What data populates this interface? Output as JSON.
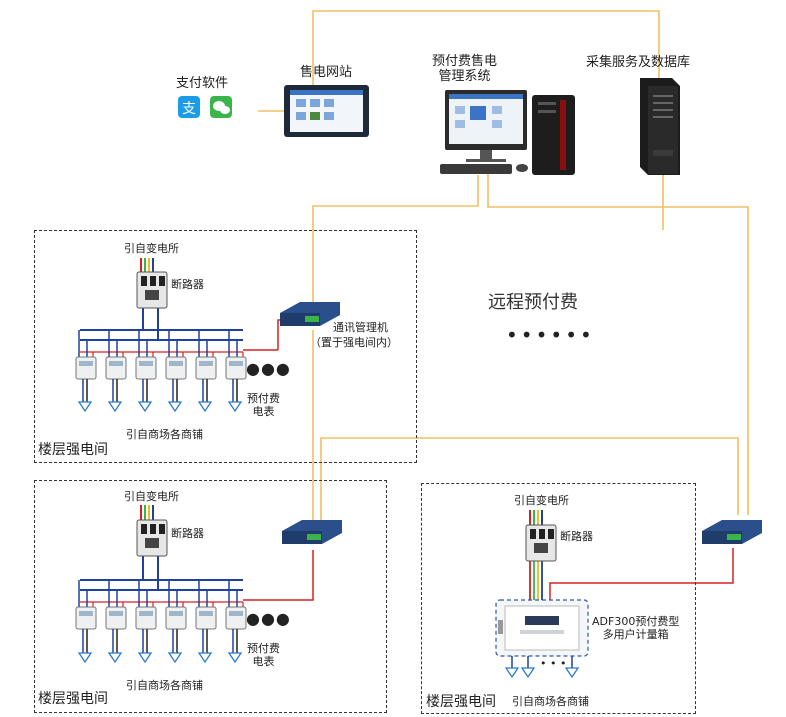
{
  "top": {
    "payment_software": "支付软件",
    "sales_website": "售电网站",
    "prepaid_system": "预付费售电\n管理系统",
    "collection_db": "采集服务及数据库"
  },
  "center": {
    "remote_prepaid": "远程预付费",
    "ellipsis": "••••••"
  },
  "zone1": {
    "source": "引自变电所",
    "breaker": "断路器",
    "comm_manager": "通讯管理机",
    "comm_note": "（置于强电间内）",
    "meter_label": "预付费\n电表",
    "to_shops": "引自商场各商铺",
    "zone_title": "楼层强电间",
    "more": "●●●"
  },
  "zone2": {
    "source": "引自变电所",
    "breaker": "断路器",
    "meter_label": "预付费\n电表",
    "to_shops": "引自商场各商铺",
    "zone_title": "楼层强电间",
    "more": "●●●"
  },
  "zone3": {
    "source": "引自变电所",
    "breaker": "断路器",
    "box_label": "ADF300预付费型\n多用户计量箱",
    "to_shops": "引自商场各商铺",
    "zone_title": "楼层强电间",
    "more": "• • •"
  },
  "colors": {
    "network_line": "#f0c060",
    "power_red": "#d92020",
    "bus_blue": "#2040a0",
    "gateway_blue": "#2a4f8a"
  }
}
